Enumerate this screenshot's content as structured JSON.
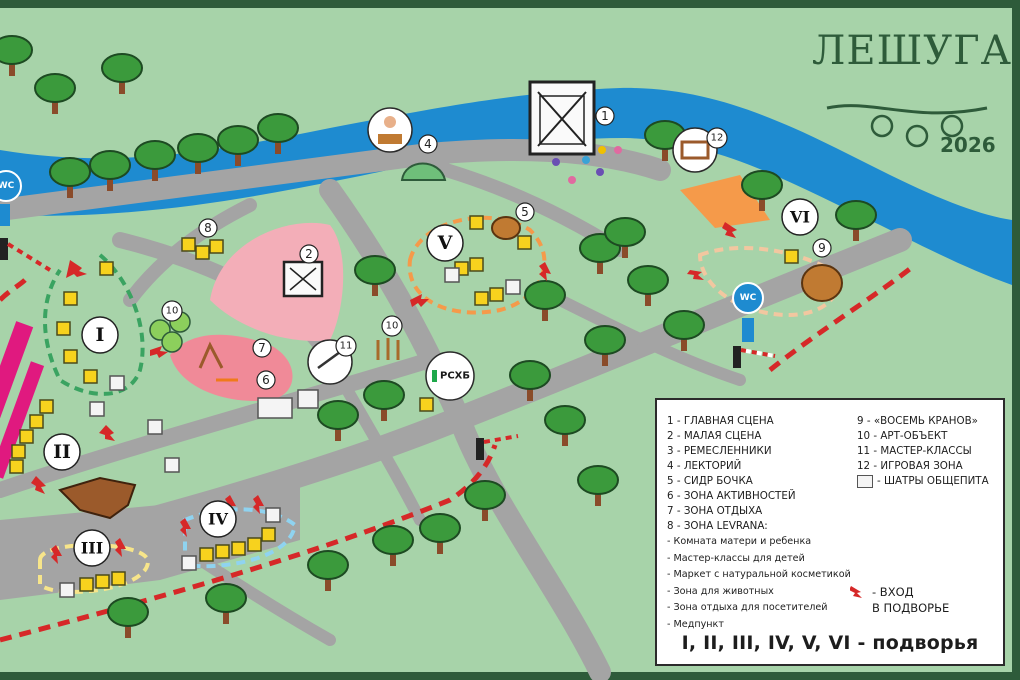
{
  "logo": {
    "title": "ЛЕШУГА",
    "year": "2026"
  },
  "legend": {
    "left": [
      "1 - ГЛАВНАЯ СЦЕНА",
      "2 - МАЛАЯ СЦЕНА",
      "3 - РЕМЕСЛЕННИКИ",
      "4 - ЛЕКТОРИЙ",
      "5 - СИДР БОЧКА",
      "6 - ЗОНА АКТИВНОСТЕЙ",
      "7 - ЗОНА ОТДЫХА",
      "8 - ЗОНА LEVRANA:"
    ],
    "sub": [
      "- Комната матери и ребенка",
      "- Мастер-классы для детей",
      "- Маркет с натуральной косметикой",
      "- Зона для животных",
      "- Зона отдыха для посетителей",
      "- Медпункт"
    ],
    "right": [
      "9 - «ВОСЕМЬ КРАНОВ»",
      "10 - АРТ-ОБЪЕКТ",
      "11 - МАСТЕР-КЛАССЫ",
      "12 - ИГРОВАЯ ЗОНА"
    ],
    "tents": "- ШАТРЫ ОБЩЕПИТА",
    "entry1": "- ВХОД",
    "entry2": "В ПОДВОРЬЕ",
    "footer": "I, II, III, IV, V, VI - подворья"
  },
  "sponsor": "РСХБ",
  "wc": "WC",
  "markers": {
    "n1": "1",
    "n2": "2",
    "n4": "4",
    "n5": "5",
    "n6": "6",
    "n7": "7",
    "n8": "8",
    "n9": "9",
    "n10a": "10",
    "n10b": "10",
    "n11": "11",
    "n12": "12"
  },
  "zones": {
    "z1": "I",
    "z2": "II",
    "z3": "III",
    "z4": "IV",
    "z5": "V",
    "z6": "VI"
  },
  "colors": {
    "grass": "#a7d3a9",
    "river": "#1e8bd0",
    "road": "#a4a4a4",
    "pink": "#f3aeb8",
    "tent": "#f7d21e",
    "dashed_red": "#d62828",
    "orange": "#f59a4a"
  }
}
